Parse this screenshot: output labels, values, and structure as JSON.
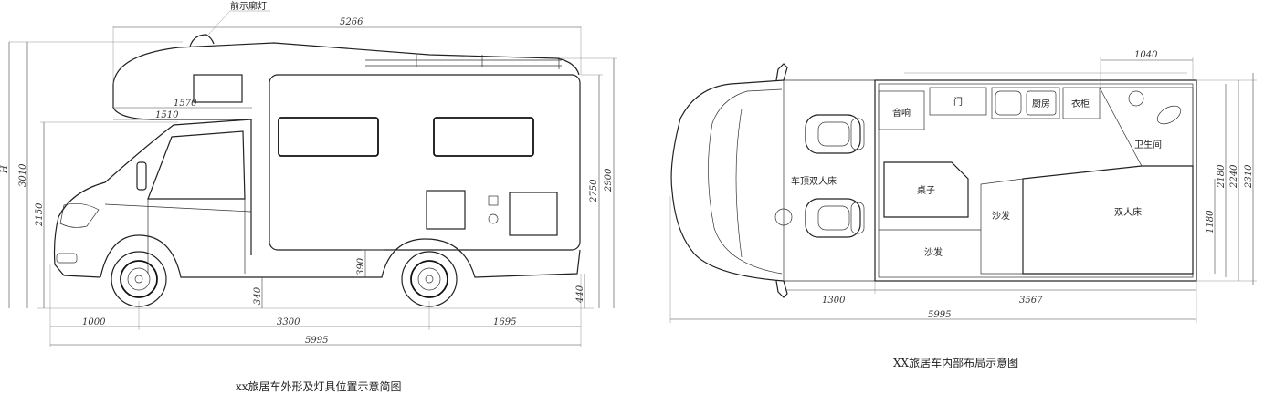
{
  "side_view": {
    "light_label": "前示廓灯",
    "dims": {
      "overall_top": "5266",
      "cab_1570": "1570",
      "cab_1510": "1510",
      "front_overhang": "1000",
      "wheelbase": "3300",
      "rear_overhang": "1695",
      "overall_length": "5995",
      "h_label": "H",
      "h_3010": "3010",
      "h_2150": "2150",
      "h_2750": "2750",
      "h_2900": "2900",
      "h_390": "390",
      "h_340": "340",
      "h_440": "440"
    },
    "caption": "xx旅居车外形及灯具位置示意简图"
  },
  "plan_view": {
    "rooms": {
      "audio": "音响",
      "door": "门",
      "kitchen": "厨房",
      "wardrobe": "衣柜",
      "bathroom": "卫生间",
      "roof_bed": "车顶双人床",
      "table": "桌子",
      "sofa_right": "沙发",
      "sofa_bottom": "沙发",
      "double_bed": "双人床"
    },
    "dims": {
      "top_1040": "1040",
      "cab_1300": "1300",
      "body_3567": "3567",
      "overall_length": "5995",
      "w_1180": "1180",
      "w_2180": "2180",
      "w_2240": "2240",
      "w_2310": "2310"
    },
    "caption": "XX旅居车内部布局示意图"
  }
}
